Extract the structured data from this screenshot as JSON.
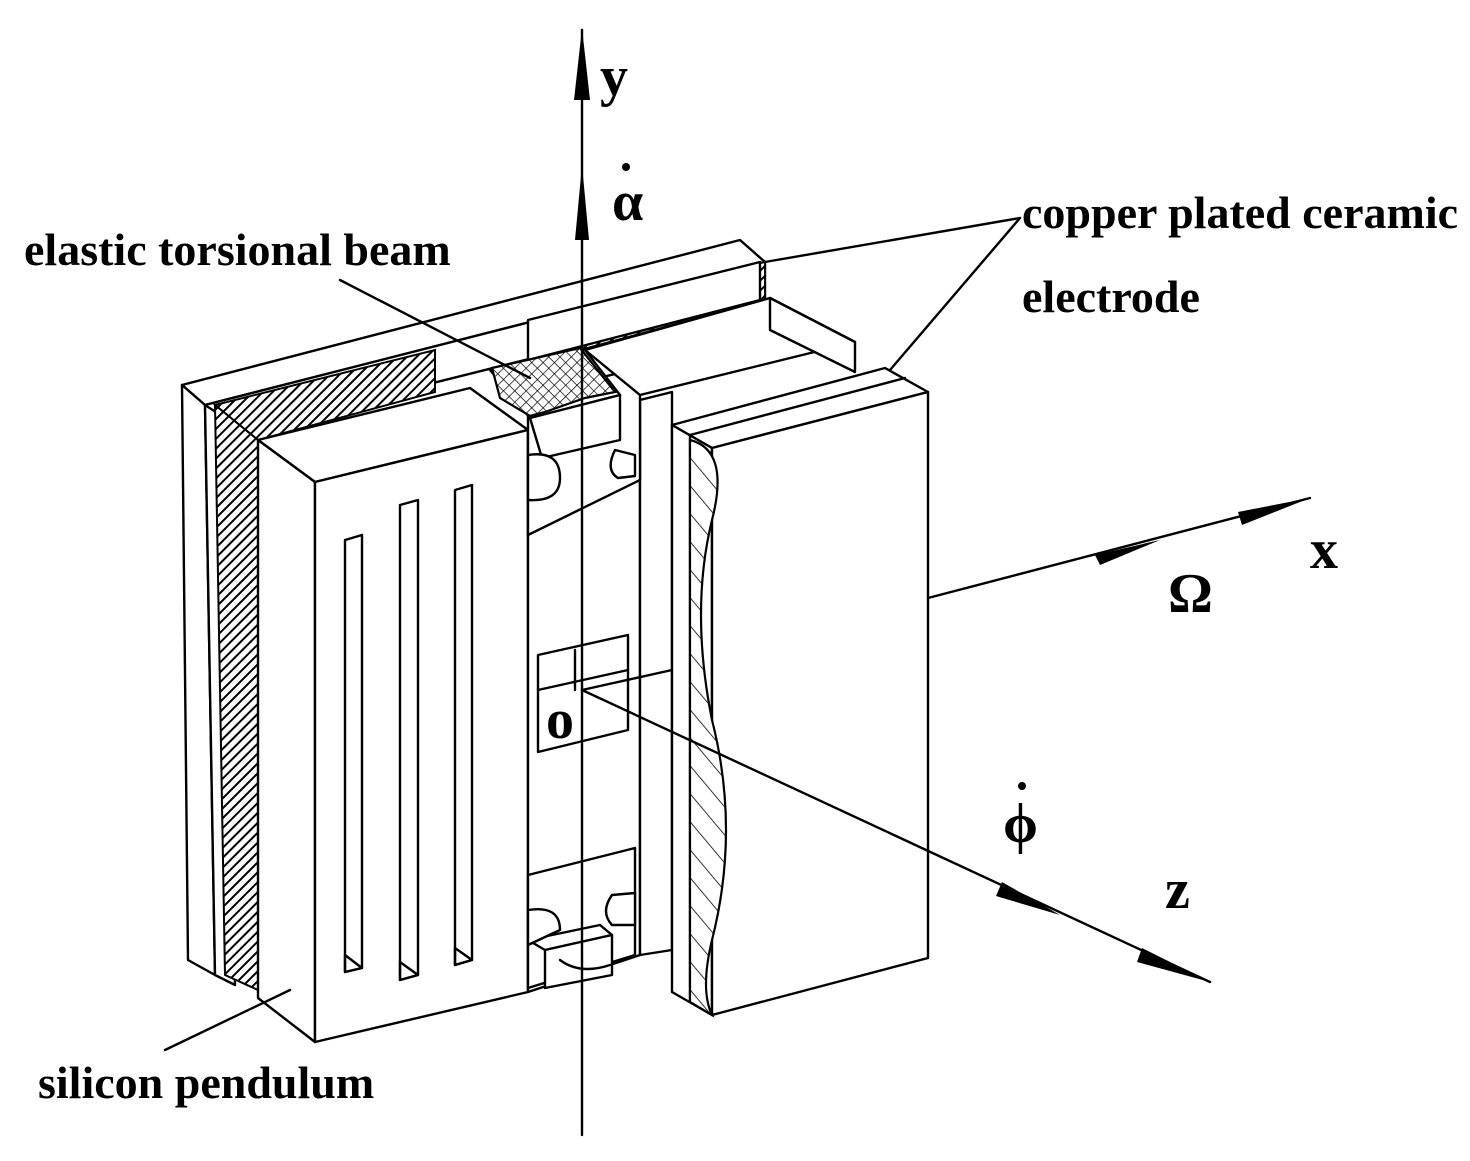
{
  "labels": {
    "elastic_beam": "elastic torsional beam",
    "copper_ceramic": "copper plated ceramic",
    "electrode": "electrode",
    "silicon_pendulum": "silicon pendulum"
  },
  "axes": {
    "y": "y",
    "x": "x",
    "z": "z",
    "origin": "o",
    "alpha_rate": "α",
    "omega": "Ω",
    "phi_rate": "ϕ"
  },
  "colors": {
    "line": "#000000",
    "background": "#ffffff",
    "hatch": "#000000"
  }
}
